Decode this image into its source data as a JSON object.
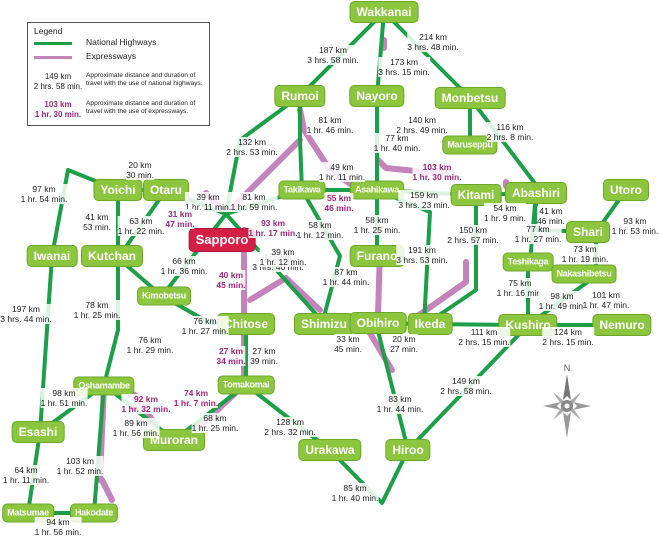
{
  "legend": {
    "title": "Legend",
    "national": "National Highways",
    "express": "Expressways",
    "sample_national": "149 km\n2 hrs. 58 min.",
    "sample_national_desc": "Approximate distance and duration of travel with the use of national highways.",
    "sample_express": "103 km\n1 hr. 30 min.",
    "sample_express_desc": "Approximate distance and duration of travel with the use of expressways."
  },
  "colors": {
    "national": "#1d9e48",
    "express": "#c383bb",
    "node": "#8cc63f",
    "capital": "#d61f45",
    "link": "#27a9e1"
  },
  "cities": {
    "wakkanai": "Wakkanai",
    "rumoi": "Rumoi",
    "nayoro": "Nayoro",
    "monbetsu": "Monbetsu",
    "maruseppu": "Maruseppu",
    "yoichi": "Yoichi",
    "otaru": "Otaru",
    "takikawa": "Takikawa",
    "asahikawa": "Asahikawa",
    "kitami": "Kitami",
    "abashiri": "Abashiri",
    "utoro": "Utoro",
    "sapporo": "Sapporo",
    "iwanai": "Iwanai",
    "kutchan": "Kutchan",
    "furano": "Furano",
    "shari": "Shari",
    "teshikaga": "Teshikaga",
    "nakashibetsu": "Nakashibetsu",
    "kimobetsu": "Kimobetsu",
    "chitose": "Chitose",
    "shimizu": "Shimizu",
    "obihiro": "Obihiro",
    "ikeda": "Ikeda",
    "kushiro": "Kushiro",
    "nemuro": "Nemuro",
    "oshamambe": "Oshamambe",
    "tomakomai": "Tomakomai",
    "esashi": "Esashi",
    "muroran": "Muroran",
    "urakawa": "Urakawa",
    "hiroo": "Hiroo",
    "matsumae": "Matsumae",
    "hakodate": "Hakodate"
  },
  "national_labels": [
    "187 km\n3 hrs. 58 min.",
    "214 km\n3 hrs. 48 min.",
    "173 km\n3 hrs. 15 min.",
    "132 km\n2 hrs. 53 min.",
    "81 km\n1 hr. 46 min.",
    "140 km\n2 hrs. 49 min.",
    "116 km\n2 hrs. 8 min.",
    "77 km\n1 hr. 40 min.",
    "20 km\n30 min.",
    "97 km\n1 hr. 54 min.",
    "39 km\n1 hr. 11 min.",
    "49 km\n1 hr. 11 min.",
    "159 km\n3 hrs. 23 min.",
    "41 km\n53 min.",
    "63 km\n1 hr. 22 min.",
    "81 km\n1 hr. 59 min.",
    "58 km\n1 hr. 12 min.",
    "58 km\n1 hr. 25 min.",
    "54 km\n1 hr. 9 min.",
    "41 km\n46 min.",
    "93 km\n1 hr. 53 min.",
    "77 km\n1 hr. 27 min.",
    "66 km\n1 hr. 36 min.",
    "175 km\n3 hrs. 40 min.",
    "191 km\n3 hrs. 53 min.",
    "150 km\n2 hrs. 57 min.",
    "73 km\n1 hr. 19 min.",
    "39 km\n1 hr. 12 min.",
    "87 km\n1 hr. 44 min.",
    "75 km\n1 hr. 16 min.",
    "197 km\n3 hrs. 44 min.",
    "78 km\n1 hr. 25 min.",
    "98 km\n1 hr. 49 min.",
    "101 km\n1 hr. 47 min.",
    "76 km\n1 hr. 27 min.",
    "33 km\n45 min.",
    "20 km\n27 min.",
    "111 km\n2 hrs. 15 min.",
    "124 km\n2 hrs. 15 min.",
    "76 km\n1 hr. 29 min.",
    "27 km\n39 min.",
    "98 km\n1 hr. 51 min.",
    "149 km\n2 hrs. 58 min.",
    "89 km\n1 hr. 56 min.",
    "68 km\n1 hr. 25 min.",
    "83 km\n1 hr. 44 min.",
    "128 km\n2 hrs. 32 min.",
    "103 km\n1 hr. 52 min.",
    "64 km\n1 hr. 11 min.",
    "85 km\n1 hr. 40 min.",
    "94 km\n1 hr. 56 min."
  ],
  "express_labels": [
    "103 km\n1 hr. 30 min.",
    "55 km\n46 min.",
    "31 km\n47 min.",
    "93 km\n1 hr. 17 min.",
    "40 km\n45 min.",
    "27 km\n34 min.",
    "92 km\n1 hr. 32 min.",
    "74 km\n1 hr. 7 min."
  ],
  "compass": {
    "north": "N"
  }
}
